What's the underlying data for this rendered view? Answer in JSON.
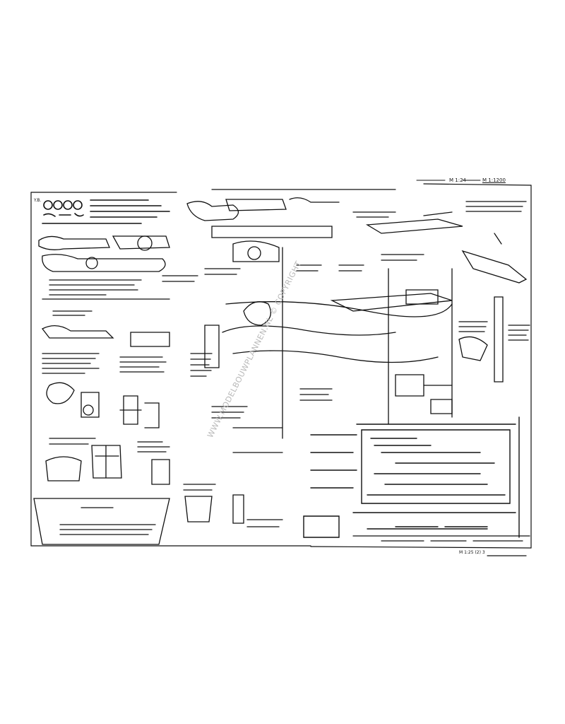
{
  "sheet": {
    "header_left_code": "M 1:24",
    "header_right_code": "M 1:1200",
    "title_stamp": "Y.B.",
    "watermark": "WWW.MODELBOUWPLANNEN.NL © COPYRIGHT",
    "footer_code": "M 1:25 (2) 3"
  },
  "colors": {
    "ink": "#111111",
    "paper": "#ffffff",
    "watermark": "#b9b9b9"
  }
}
